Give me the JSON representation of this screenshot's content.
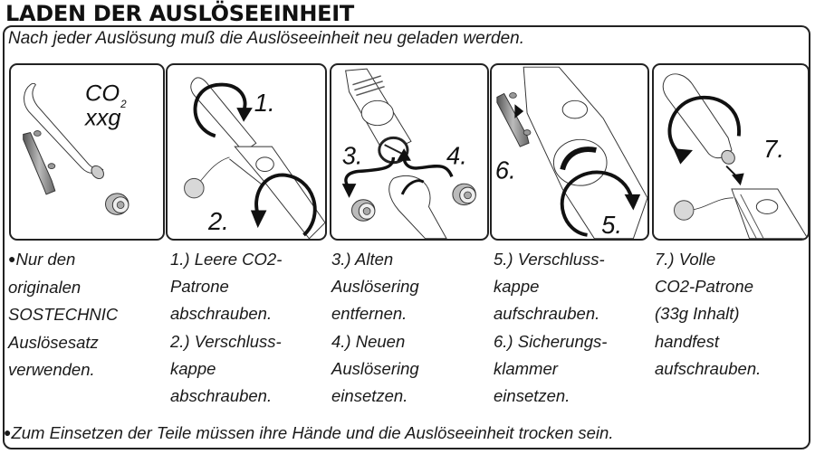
{
  "title": "LADEN DER AUSLÖSEEINHEIT",
  "intro": "Nach jeder Auslösung muß die Auslöseeinheit neu geladen werden.",
  "panels": [
    {
      "id": 1,
      "illustration": "parts-overview",
      "labels": {
        "co2": "CO",
        "sub": "2",
        "weight": "xxg"
      }
    },
    {
      "id": 2,
      "illustration": "unscrew-cartridge-and-cap",
      "labels": {
        "step_a": "1.",
        "step_b": "2."
      }
    },
    {
      "id": 3,
      "illustration": "replace-release-ring",
      "labels": {
        "step_a": "3.",
        "step_b": "4."
      }
    },
    {
      "id": 4,
      "illustration": "screw-cap-insert-clip",
      "labels": {
        "step_a": "6.",
        "step_b": "5."
      }
    },
    {
      "id": 5,
      "illustration": "screw-on-full-cartridge",
      "labels": {
        "step_a": "7."
      }
    }
  ],
  "columns": [
    {
      "bullet": "●",
      "lines": [
        "Nur den",
        "originalen",
        "SOSTECHNIC",
        "Auslösesatz",
        "verwenden."
      ]
    },
    {
      "lines": [
        "1.) Leere CO2-",
        "Patrone",
        "abschrauben.",
        "2.) Verschluss-",
        "kappe",
        "abschrauben."
      ]
    },
    {
      "lines": [
        "3.) Alten",
        "Auslösering",
        "entfernen.",
        "4.) Neuen",
        "Auslösering",
        "einsetzen."
      ]
    },
    {
      "lines": [
        "5.) Verschluss-",
        "kappe",
        "aufschrauben.",
        "6.) Sicherungs-",
        "klammer",
        "einsetzen."
      ]
    },
    {
      "lines": [
        "7.) Volle",
        "CO2-Patrone",
        "(33g Inhalt)",
        "handfest",
        "aufschrauben."
      ]
    }
  ],
  "footer": {
    "bullet": "●",
    "text": "Zum Einsetzen der Teile müssen ihre Hände und die Auslöseeinheit trocken sein."
  },
  "colors": {
    "ink": "#1a1a1a",
    "border": "#222222",
    "gray_part": "#9a9a9a",
    "ball": "#d8d8d8"
  }
}
